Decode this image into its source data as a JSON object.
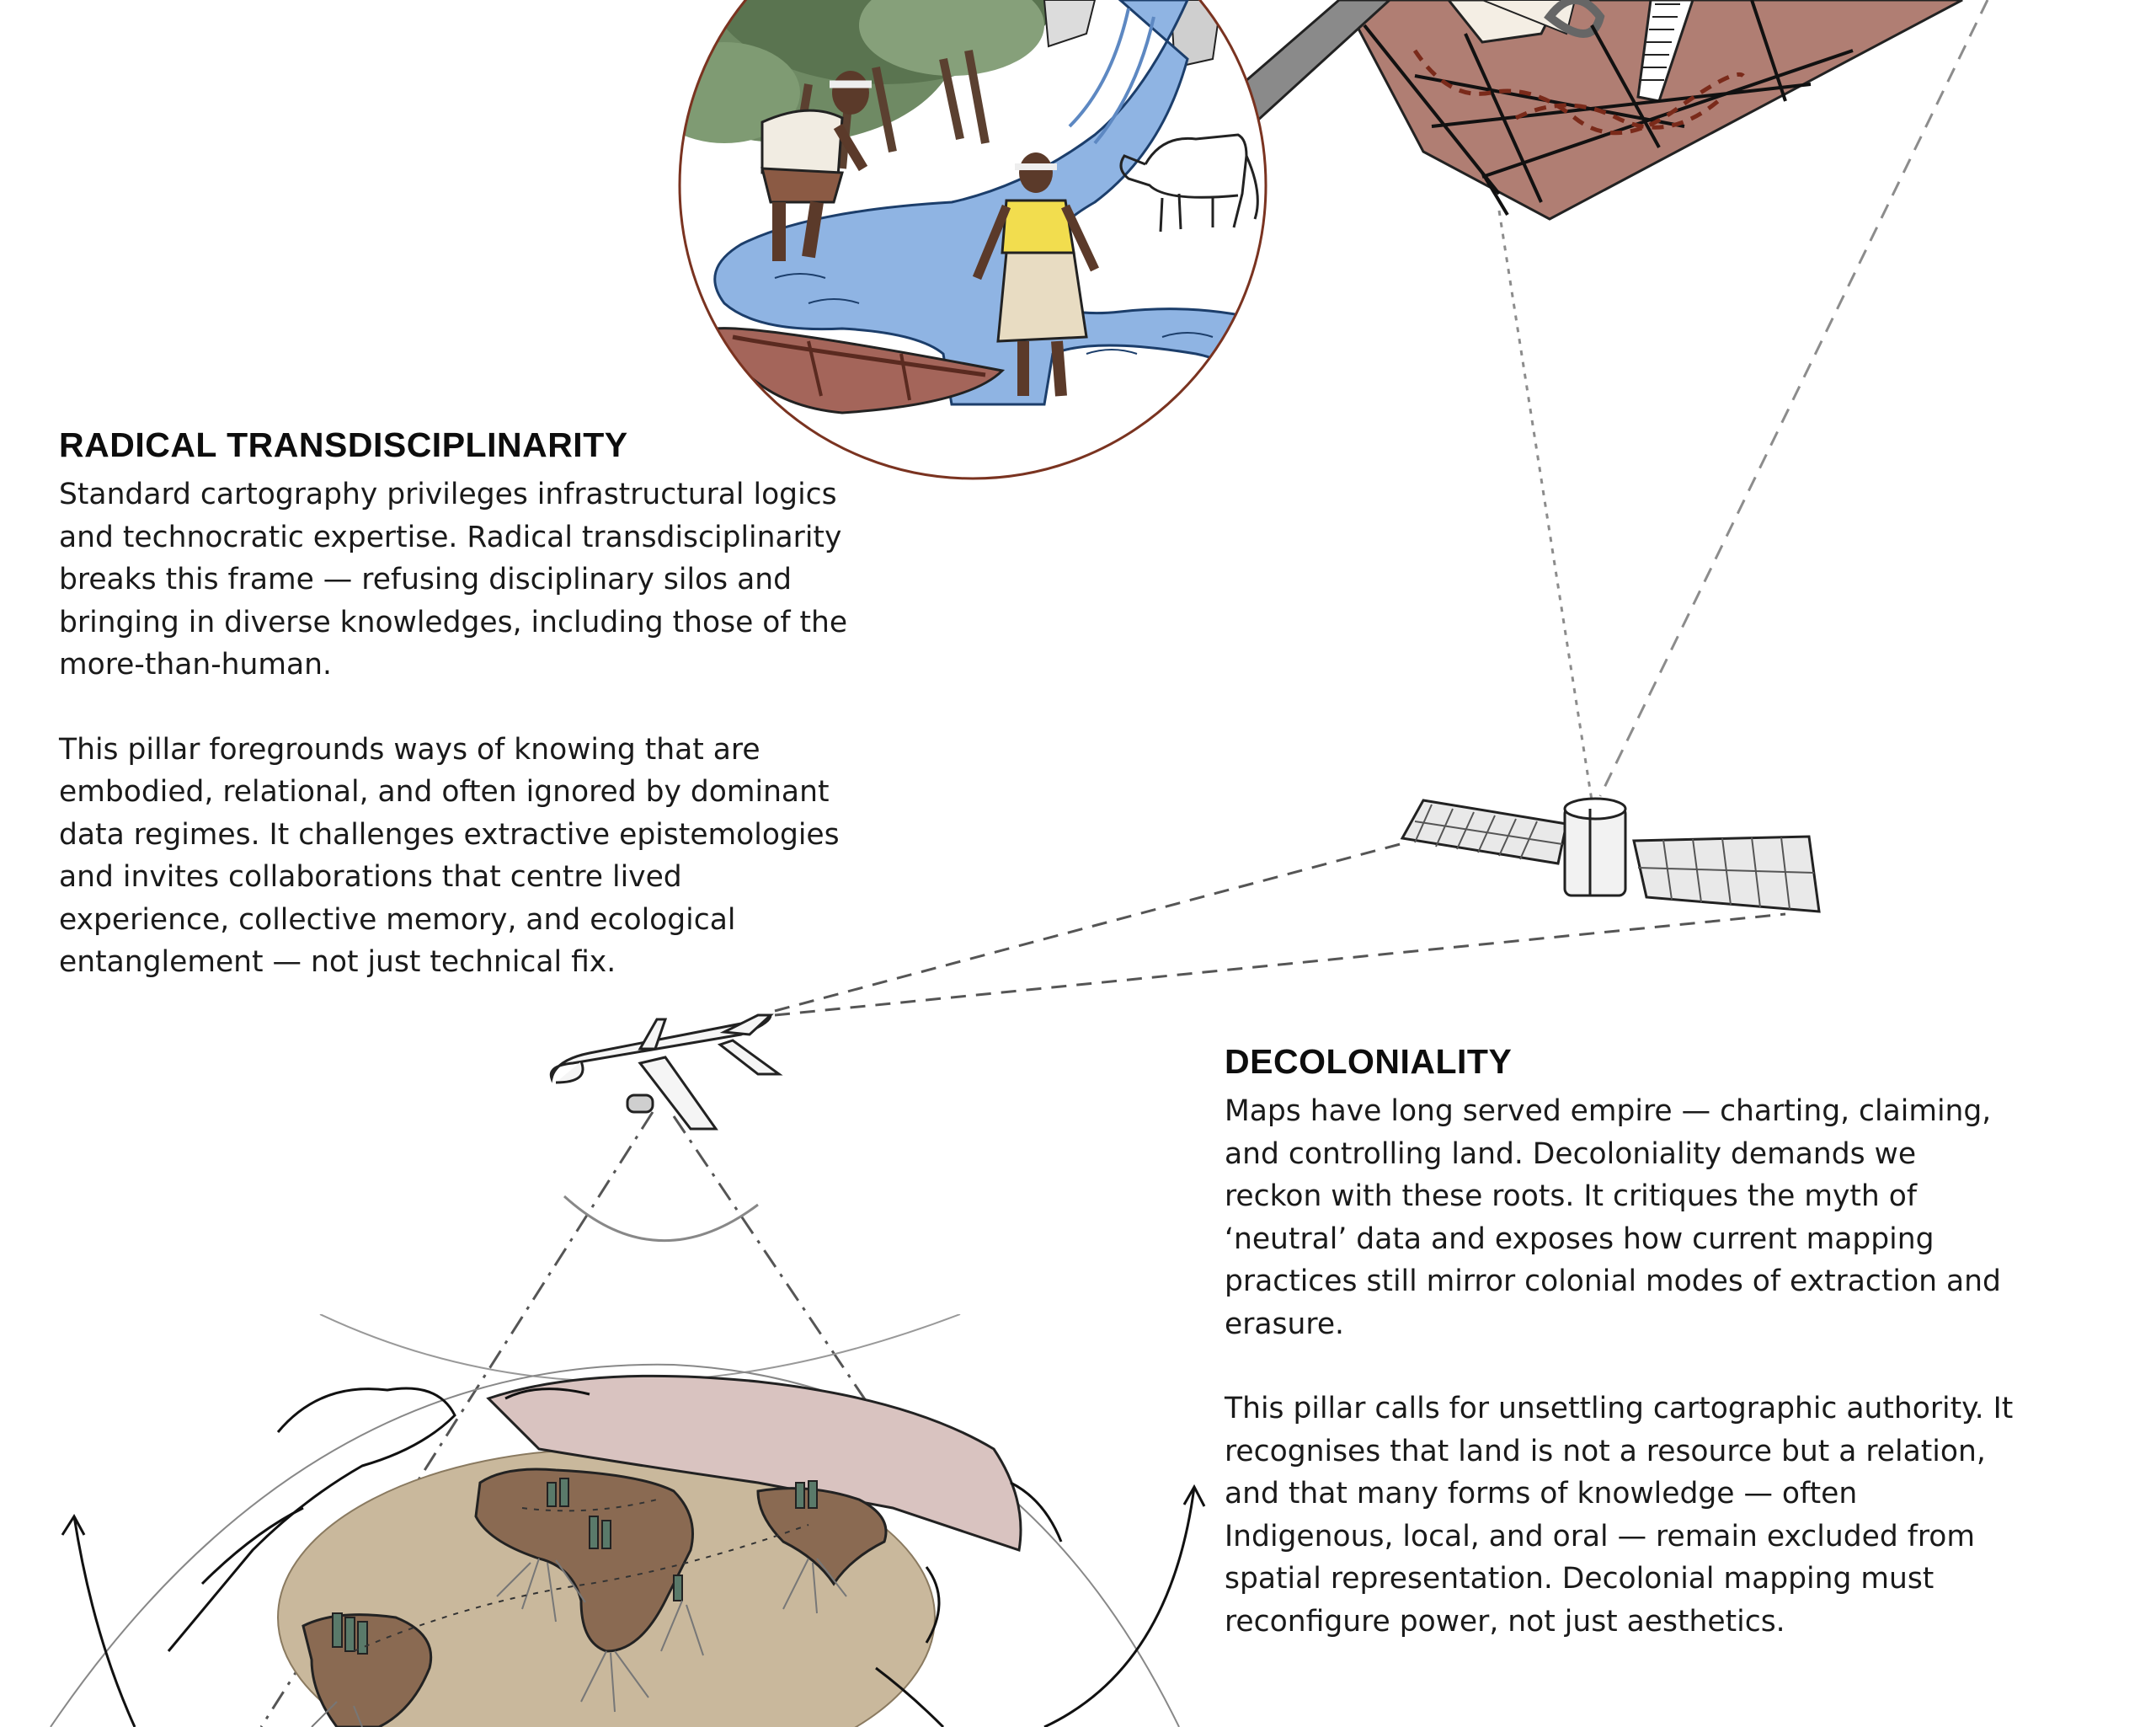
{
  "sections": [
    {
      "heading": "RADICAL TRANSDISCIPLINARITY",
      "paragraphs": [
        [
          "Standard cartography privileges infrastructural logics",
          "and technocratic expertise. Radical transdisciplinarity",
          "breaks this frame — refusing disciplinary silos and",
          "bringing in diverse knowledges, including those of the",
          "more-than-human."
        ],
        [
          "This pillar foregrounds ways of knowing that are",
          "embodied, relational, and often ignored by dominant",
          "data regimes. It challenges extractive epistemologies",
          "and invites collaborations that centre lived",
          "experience, collective memory, and ecological",
          "entanglement — not just technical fix."
        ]
      ]
    },
    {
      "heading": "DECOLONIALITY",
      "paragraphs": [
        [
          "Maps have long served empire — charting, claiming,",
          "and controlling land. Decoloniality demands we",
          "reckon with these roots. It critiques the myth of",
          "‘neutral’ data and exposes how current mapping",
          "practices still mirror colonial modes of extraction and",
          "erasure."
        ],
        [
          "This pillar calls for unsettling cartographic authority. It",
          "recognises that land is not a resource but a relation,",
          "and that many forms of knowledge — often",
          "Indigenous, local, and oral — remain excluded from",
          "spatial representation. Decolonial mapping must",
          "reconfigure power, not just aesthetics."
        ]
      ]
    }
  ],
  "colors": {
    "water": "#8fb4e3",
    "clay": "#b07e73",
    "earth": "#8a6a52",
    "sand": "#c9b89c",
    "blush": "#d9c3c0",
    "shirt": "#f2dd4e"
  },
  "icons": [
    "circle-vignette",
    "tree-icon",
    "river-icon",
    "person-icon",
    "cow-icon",
    "boat-icon",
    "map-grid-icon",
    "satellite-icon",
    "airplane-icon",
    "globe-icon",
    "continent-icon",
    "root-icon",
    "arrow-icon"
  ]
}
